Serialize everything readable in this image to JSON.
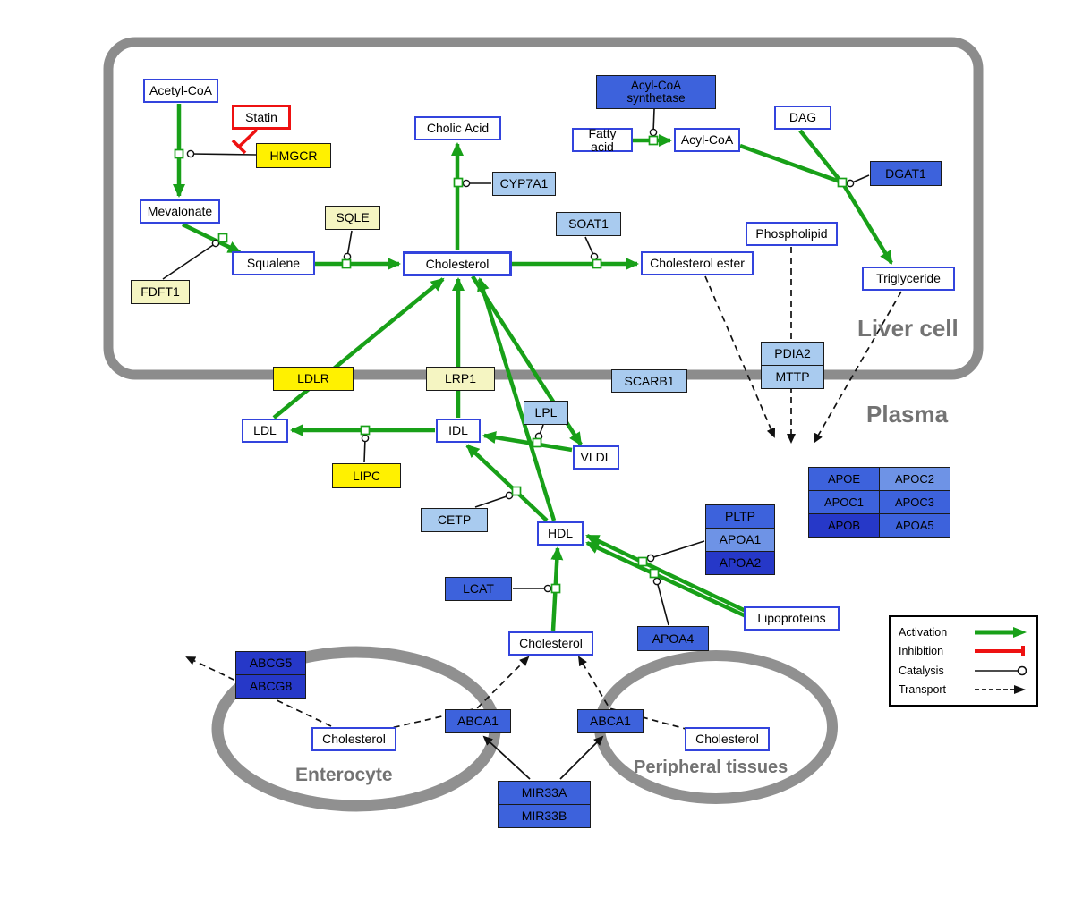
{
  "regions": {
    "liver": "Liver cell",
    "plasma": "Plasma",
    "enterocyte": "Enterocyte",
    "peripheral": "Peripheral tissues"
  },
  "nodes": {
    "acetyl_coa": "Acetyl-CoA",
    "statin": "Statin",
    "hmgcr": "HMGCR",
    "mevalonate": "Mevalonate",
    "sqle": "SQLE",
    "fdft1": "FDFT1",
    "squalene": "Squalene",
    "cholesterol_liver": "Cholesterol",
    "cholic_acid": "Cholic Acid",
    "cyp7a1": "CYP7A1",
    "soat1": "SOAT1",
    "cholesterol_ester": "Cholesterol ester",
    "acyl_coa_synthetase": "Acyl-CoA synthetase",
    "fatty_acid": "Fatty acid",
    "acyl_coa": "Acyl-CoA",
    "dag": "DAG",
    "dgat1": "DGAT1",
    "phospholipid": "Phospholipid",
    "triglyceride": "Triglyceride",
    "pdia2": "PDIA2",
    "mttp": "MTTP",
    "ldlr": "LDLR",
    "lrp1": "LRP1",
    "scarb1": "SCARB1",
    "ldl": "LDL",
    "idl": "IDL",
    "lpl": "LPL",
    "vldl": "VLDL",
    "lipc": "LIPC",
    "cetp": "CETP",
    "hdl": "HDL",
    "pltp": "PLTP",
    "apoa1": "APOA1",
    "apoa2": "APOA2",
    "lcat": "LCAT",
    "apoa4": "APOA4",
    "lipoproteins": "Lipoproteins",
    "apoe": "APOE",
    "apoc2": "APOC2",
    "apoc1": "APOC1",
    "apoc3": "APOC3",
    "apob": "APOB",
    "apoa5": "APOA5",
    "cholesterol_plasma": "Cholesterol",
    "abcg5": "ABCG5",
    "abcg8": "ABCG8",
    "cholesterol_enterocyte": "Cholesterol",
    "abca1_enterocyte": "ABCA1",
    "abca1_peripheral": "ABCA1",
    "cholesterol_peripheral": "Cholesterol",
    "mir33a": "MIR33A",
    "mir33b": "MIR33B"
  },
  "legend": {
    "items": [
      {
        "label": "Activation",
        "type": "activation"
      },
      {
        "label": "Inhibition",
        "type": "inhibition"
      },
      {
        "label": "Catalysis",
        "type": "catalysis"
      },
      {
        "label": "Transport",
        "type": "transport"
      }
    ]
  },
  "colors": {
    "activation_green": "#18A018",
    "inhibition_red": "#EE1111",
    "metabolite_border_blue": "#3344DD",
    "gene_yellow": "#FFF100",
    "gene_pale_yellow": "#F5F5C2",
    "gene_light_blue": "#A9CBEF",
    "gene_medium_blue": "#3D62DC",
    "gene_medium_light_blue": "#6E93E6",
    "gene_dark_blue": "#2638C8",
    "membrane_gray": "#8C8C8C"
  }
}
